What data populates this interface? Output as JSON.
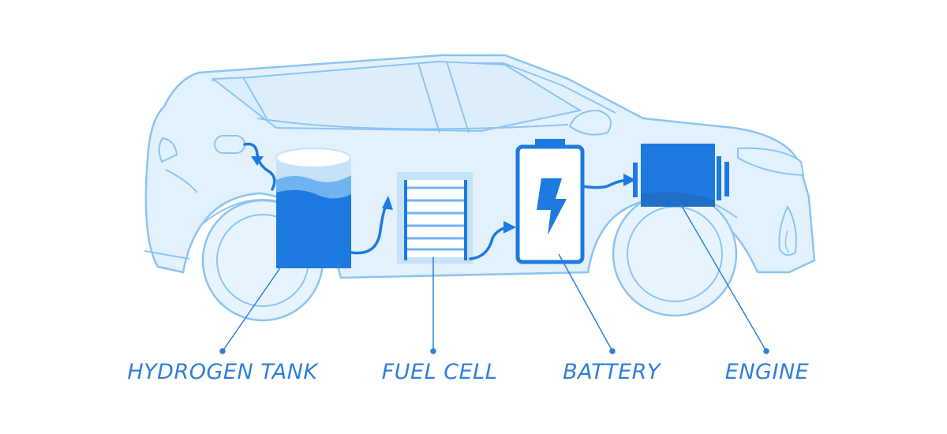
{
  "labels": {
    "hydrogen_tank": "HYDROGEN TANK",
    "fuel_cell": "FUEL CELL",
    "battery": "BATTERY",
    "engine": "ENGINE"
  },
  "colors": {
    "outline": "#8cc3f2",
    "body_fill": "#e3f1fc",
    "accent": "#1d7ae0",
    "dark": "#1f6fc8",
    "light": "#6fb4f0",
    "text": "#2f7fd8"
  }
}
